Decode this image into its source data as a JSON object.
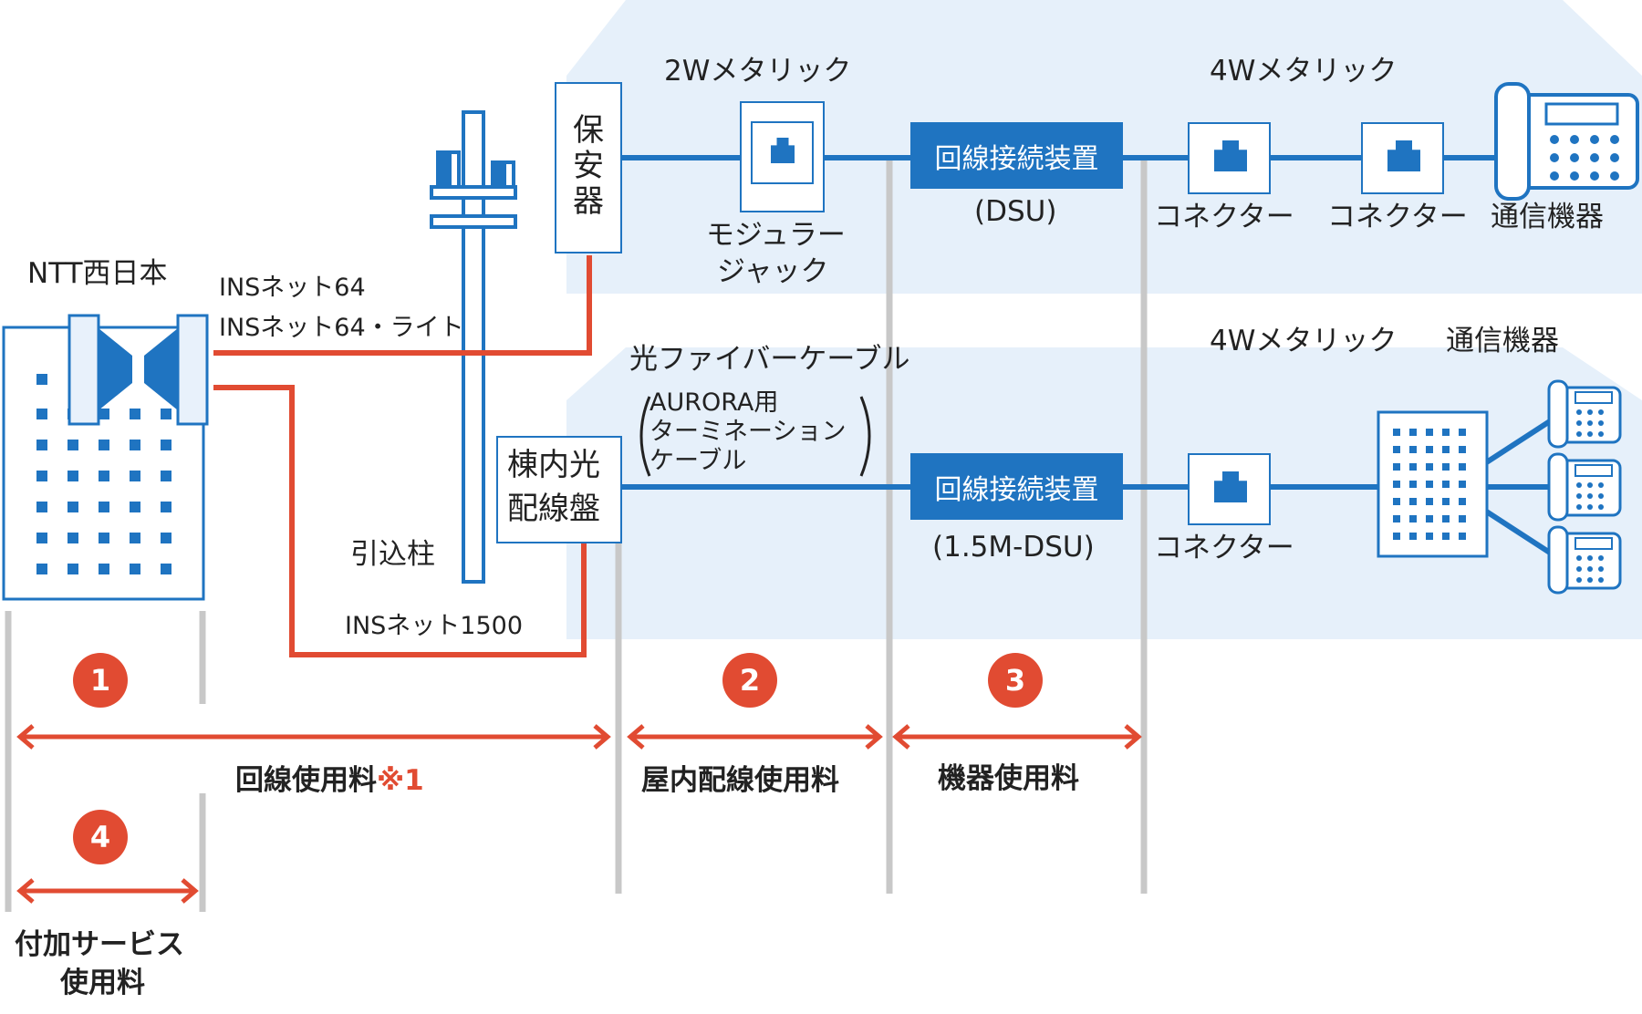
{
  "labels": {
    "ntt": "NTT西日本",
    "ins64": "INSネット64",
    "ins64lite": "INSネット64・ライト",
    "ins1500": "INSネット1500",
    "pole": "引込柱",
    "protector": "保安器",
    "panel_line1": "棟内光",
    "panel_line2": "配線盤",
    "metallic_2w": "2Wメタリック",
    "modular_line1": "モジュラー",
    "modular_line2": "ジャック",
    "dsu_box_top": "回線接続装置",
    "dsu_label": "(DSU)",
    "dsu_box_bottom": "回線接続装置",
    "dsu15_label": "(1.5M-DSU)",
    "metallic_4w_top": "4Wメタリック",
    "metallic_4w_bottom": "4Wメタリック",
    "connector1": "コネクター",
    "connector2": "コネクター",
    "connector3": "コネクター",
    "device_top": "通信機器",
    "device_bottom": "通信機器",
    "fiber": "光ファイバーケーブル",
    "aurora_line1": "AURORA用",
    "aurora_line2": "ターミネーション",
    "aurora_line3": "ケーブル"
  },
  "fees": {
    "n1": "1",
    "n2": "2",
    "n3": "3",
    "n4": "4",
    "line_fee": "回線使用料",
    "line_fee_note": "※1",
    "indoor_fee": "屋内配線使用料",
    "device_fee": "機器使用料",
    "addon_line1": "付加サービス",
    "addon_line2": "使用料"
  },
  "colors": {
    "blue": "#1f74c1",
    "red": "#e14b32",
    "panel": "#e6f0fa",
    "gray": "#c8c8c8"
  }
}
